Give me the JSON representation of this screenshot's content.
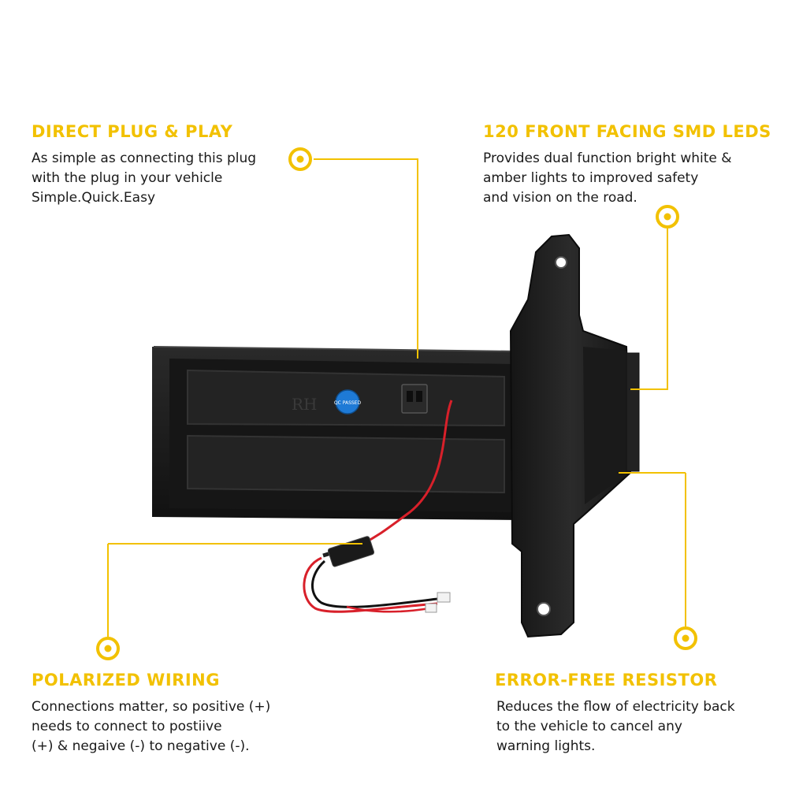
{
  "features": {
    "top_left": {
      "title": "DIRECT PLUG & PLAY",
      "lines": [
        "As simple as connecting this plug",
        "with the plug in your vehicle",
        "Simple.Quick.Easy"
      ]
    },
    "top_right": {
      "title": "120 FRONT FACING SMD LEDS",
      "lines": [
        "Provides dual function bright white &",
        "amber lights to improved safety",
        "and vision on the road."
      ]
    },
    "bottom_left": {
      "title": "POLARIZED WIRING",
      "lines": [
        "Connections matter, so positive (+)",
        "needs to connect to postiive",
        "(+) & negaive (-) to negative (-)."
      ]
    },
    "bottom_right": {
      "title": "ERROR-FREE RESISTOR",
      "lines": [
        "Reduces the flow of electricity back",
        "to the vehicle to cancel any",
        "warning lights."
      ]
    }
  },
  "product": {
    "embossed_text": "RH",
    "sticker_text": "QC PASSED"
  },
  "colors": {
    "accent": "#f2c100",
    "text": "#1a1a1a",
    "housing": "#1c1c1c",
    "wire_red": "#d8202a"
  }
}
